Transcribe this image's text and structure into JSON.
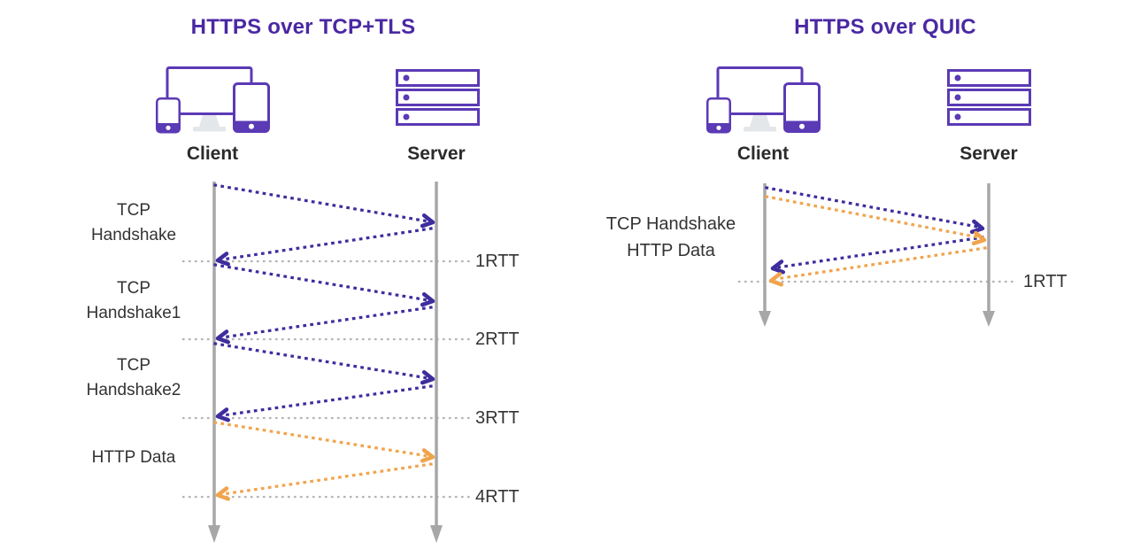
{
  "colors": {
    "title_purple": "#4a28a3",
    "icon_purple": "#5b3ab5",
    "arrow_purple": "#3d2d9e",
    "arrow_orange": "#f0a44c",
    "timeline_gray": "#a7a7a7",
    "dotted_gray": "#b5b5b5",
    "text_dark": "#333333",
    "stand_gray": "#e4e7ea"
  },
  "left": {
    "title": "HTTPS over TCP+TLS",
    "client_label": "Client",
    "server_label": "Server",
    "icons": {
      "client": "client-devices-icon",
      "server": "server-stack-icon"
    },
    "step_labels": [
      "TCP\nHandshake",
      "TCP\nHandshake1",
      "TCP\nHandshake2",
      "HTTP Data"
    ],
    "rtt_labels": [
      "1RTT",
      "2RTT",
      "3RTT",
      "4RTT"
    ]
  },
  "right": {
    "title": "HTTPS over QUIC",
    "client_label": "Client",
    "server_label": "Server",
    "icons": {
      "client": "client-devices-icon",
      "server": "server-stack-icon"
    },
    "step_labels": [
      "TCP Handshake\nHTTP Data"
    ],
    "rtt_labels": [
      "1RTT"
    ]
  }
}
